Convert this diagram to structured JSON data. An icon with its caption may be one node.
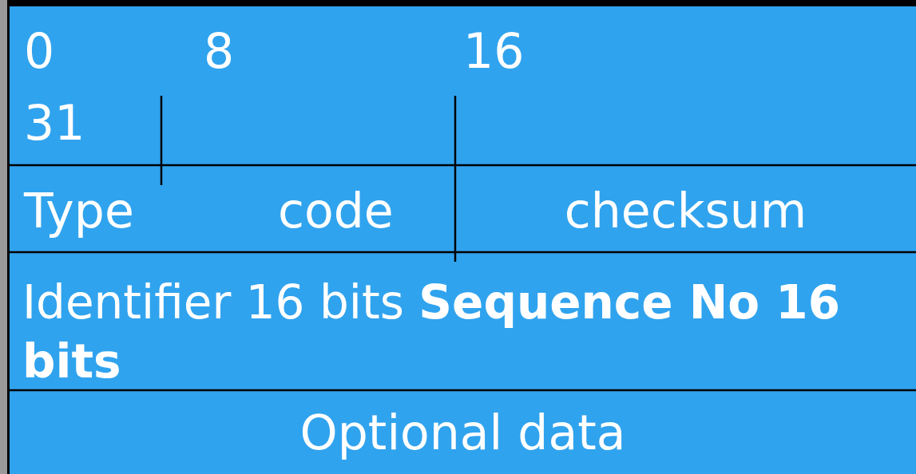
{
  "diagram": {
    "labels": [
      "0",
      "8",
      "16",
      "31",
      "Type",
      "code",
      "checksum",
      "Identifier 16 bits **Sequence No 16 bits**",
      "Optional data"
    ]
  }
}
